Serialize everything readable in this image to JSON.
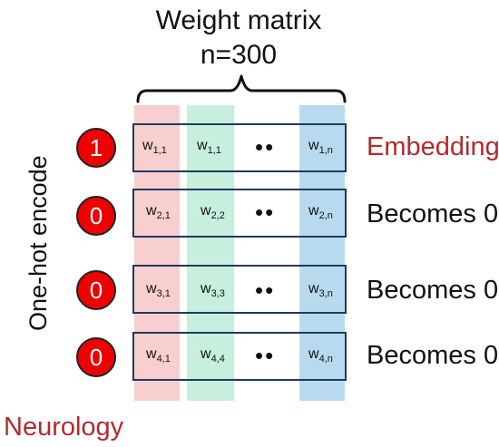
{
  "title_line1": "Weight matrix",
  "title_line2": "n=300",
  "vertical_label": "One-hot encode",
  "bottom_label": "Neurology",
  "colors": {
    "accent_red": "#b5292d",
    "circle_fill": "#ee0000",
    "column_pink": "#f8cfcf",
    "column_green": "#c8eedd",
    "column_blue": "#b9d9ee",
    "row_border": "#1f3a5f"
  },
  "rows": [
    {
      "bit": "1",
      "w1": "w",
      "w1_sub": "1,1",
      "w2": "w",
      "w2_sub": "1,1",
      "dots": "••",
      "wn": "w",
      "wn_sub": "1,n",
      "result": "Embedding"
    },
    {
      "bit": "0",
      "w1": "w",
      "w1_sub": "2,1",
      "w2": "w",
      "w2_sub": "2,2",
      "dots": "••",
      "wn": "w",
      "wn_sub": "2,n",
      "result": "Becomes 0"
    },
    {
      "bit": "0",
      "w1": "w",
      "w1_sub": "3,1",
      "w2": "w",
      "w2_sub": "3,3",
      "dots": "••",
      "wn": "w",
      "wn_sub": "3,n",
      "result": "Becomes 0"
    },
    {
      "bit": "0",
      "w1": "w",
      "w1_sub": "4,1",
      "w2": "w",
      "w2_sub": "4,4",
      "dots": "••",
      "wn": "w",
      "wn_sub": "4,n",
      "result": "Becomes 0"
    }
  ]
}
